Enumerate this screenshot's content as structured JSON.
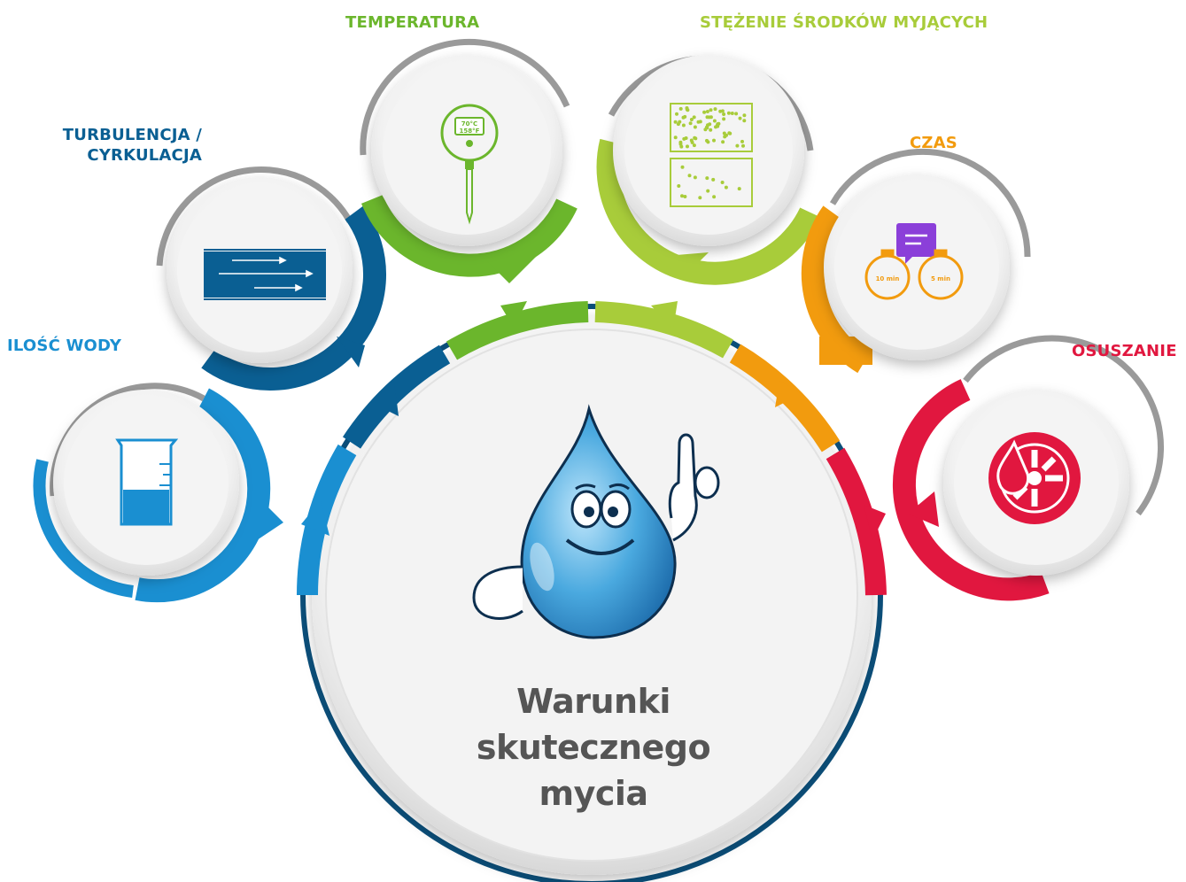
{
  "center": {
    "title_lines": [
      "Warunki",
      "skutecznego",
      "mycia"
    ],
    "title_color": "#555555",
    "icon": "water-drop-mascot-icon"
  },
  "factors": [
    {
      "key": "water",
      "label_lines": [
        "ILOŚĆ WODY"
      ],
      "color": "#1a8fd1",
      "icon": "beaker-icon"
    },
    {
      "key": "turbulence",
      "label_lines": [
        "TURBULENCJA /",
        "CYRKULACJA"
      ],
      "color": "#0a5f93",
      "icon": "flow-arrows-icon"
    },
    {
      "key": "temperature",
      "label_lines": [
        "TEMPERATURA"
      ],
      "color": "#6bb62c",
      "icon": "thermometer-icon",
      "icon_text": [
        "70°C",
        "158°F"
      ]
    },
    {
      "key": "concentration",
      "label_lines": [
        "STĘŻENIE ŚRODKÓW MYJĄCYCH"
      ],
      "color": "#a8cc3a",
      "icon": "concentration-dots-icon"
    },
    {
      "key": "time",
      "label_lines": [
        "CZAS"
      ],
      "color": "#f29b0e",
      "icon": "stopwatch-icon",
      "icon_text": [
        "10 min",
        "5 min"
      ]
    },
    {
      "key": "drying",
      "label_lines": [
        "OSUSZANIE"
      ],
      "color": "#e1173f",
      "icon": "drying-fan-icon"
    }
  ]
}
